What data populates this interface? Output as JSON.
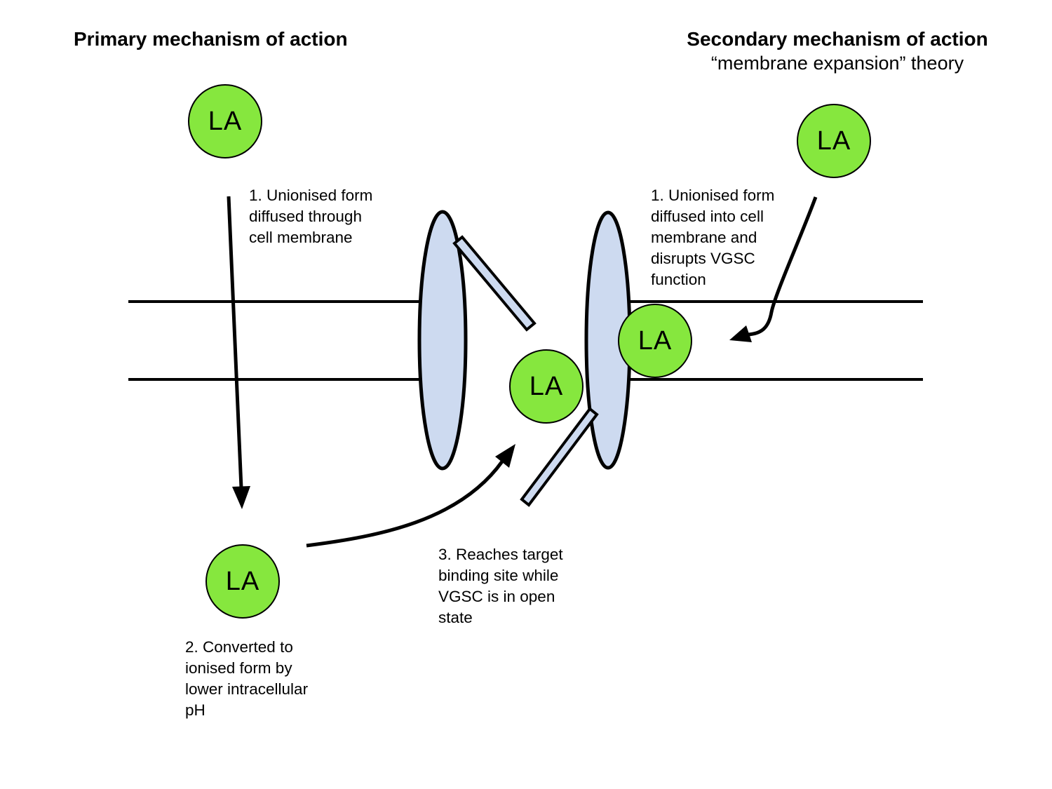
{
  "colors": {
    "la_fill": "#86e73e",
    "channel_fill": "#cddaf0",
    "stroke": "#000000"
  },
  "titles": {
    "primary": "Primary mechanism of action",
    "secondary": "Secondary mechanism of action",
    "secondary_subtitle": "“membrane expansion” theory"
  },
  "la_label": "LA",
  "notes": {
    "step1_primary": "1. Unionised form\ndiffused through\ncell membrane",
    "step2_primary": "2. Converted to\nionised form by\nlower intracellular\npH",
    "step3_primary": "3. Reaches target\nbinding site while\nVGSC is in open\nstate",
    "step1_secondary": "1. Unionised form\ndiffused into cell\nmembrane and\ndisrupts VGSC\nfunction"
  }
}
